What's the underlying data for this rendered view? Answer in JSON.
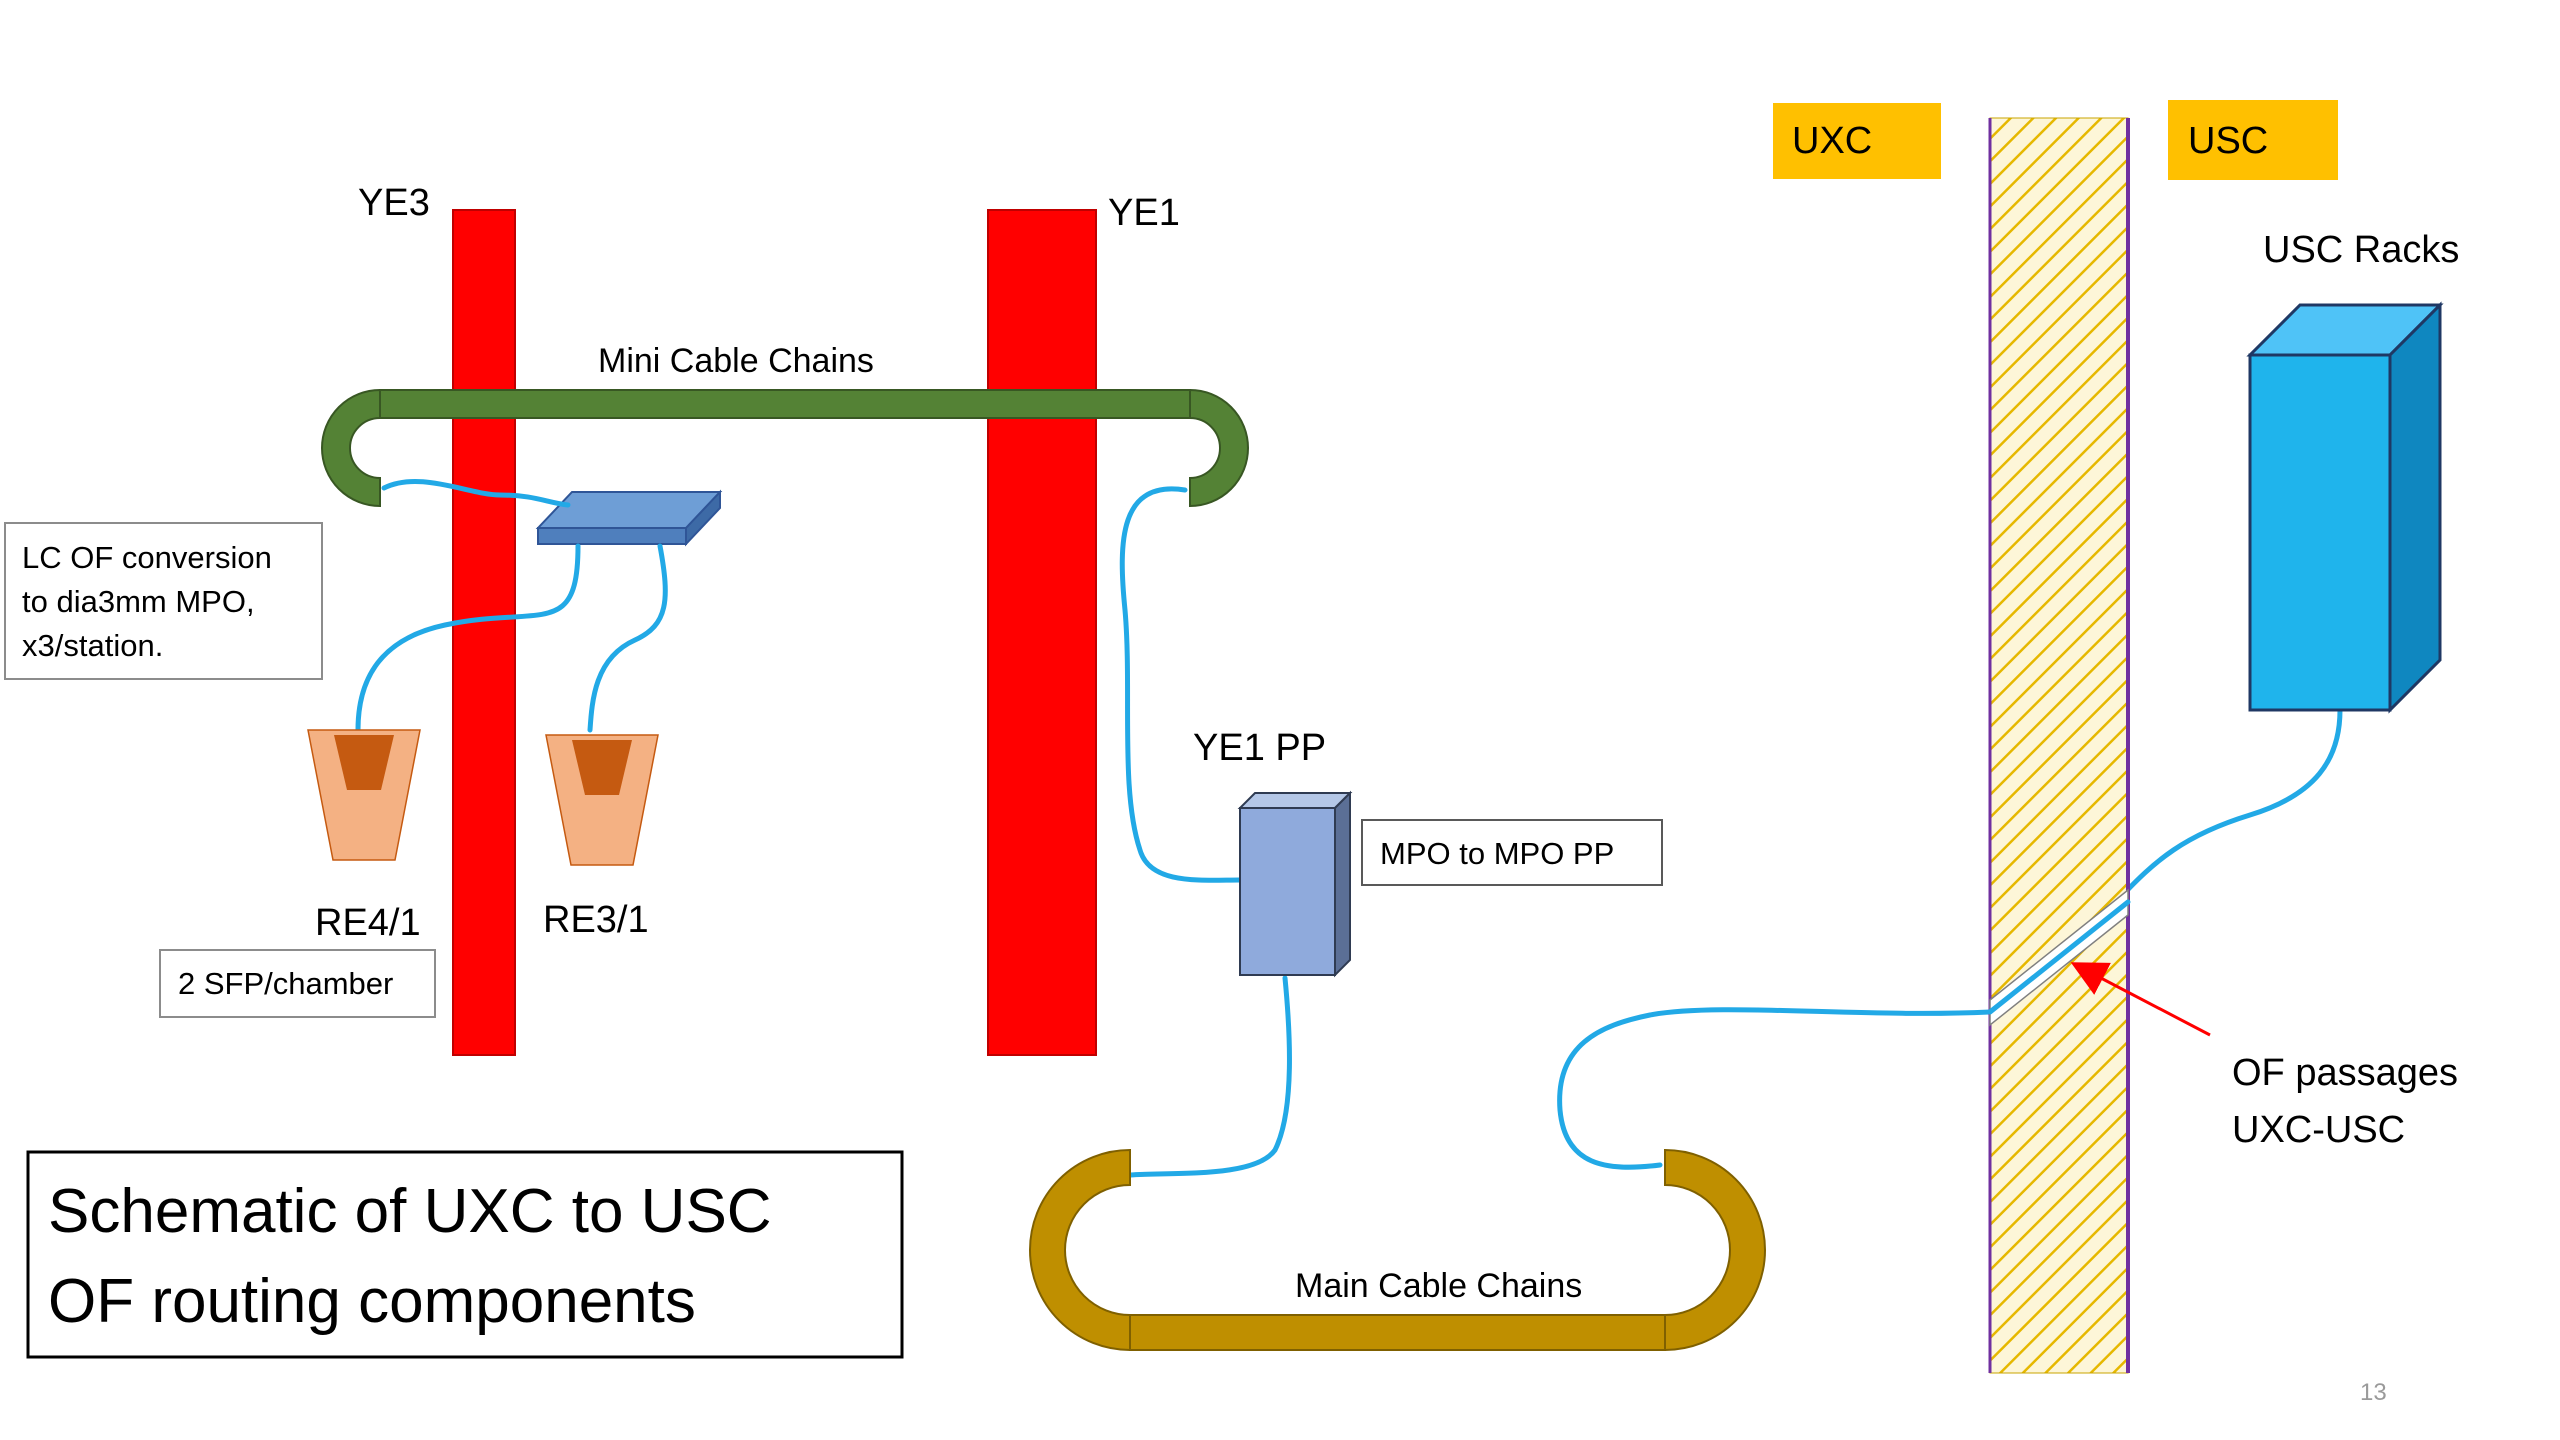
{
  "yokes": {
    "ye3": "YE3",
    "ye1": "YE1"
  },
  "chains": {
    "mini": "Mini Cable Chains",
    "main": "Main Cable Chains"
  },
  "notes": {
    "lc_conversion": [
      "LC OF conversion",
      "to dia3mm MPO,",
      "x3/station."
    ],
    "sfp": "2 SFP/chamber",
    "mpo_pp": "MPO to MPO PP"
  },
  "chambers": {
    "re41": "RE4/1",
    "re31": "RE3/1"
  },
  "patch_panel": "YE1 PP",
  "zones": {
    "uxc": "UXC",
    "usc": "USC"
  },
  "racks": "USC Racks",
  "passages": [
    "OF passages",
    "UXC-USC"
  ],
  "title": [
    "Schematic of UXC to USC",
    "OF routing components"
  ],
  "page_number": "13",
  "colors": {
    "yoke": "#ff0000",
    "mini_chain": "#548235",
    "main_chain": "#b8860b",
    "fiber": "#22a9e6",
    "zone_label": "#ffc000",
    "rack": "#1fb4ec",
    "patch_panel": "#8faadc",
    "wall_hatch": "#e6b800",
    "wall_border": "#7030a0",
    "passage_arrow": "#ff0000"
  }
}
